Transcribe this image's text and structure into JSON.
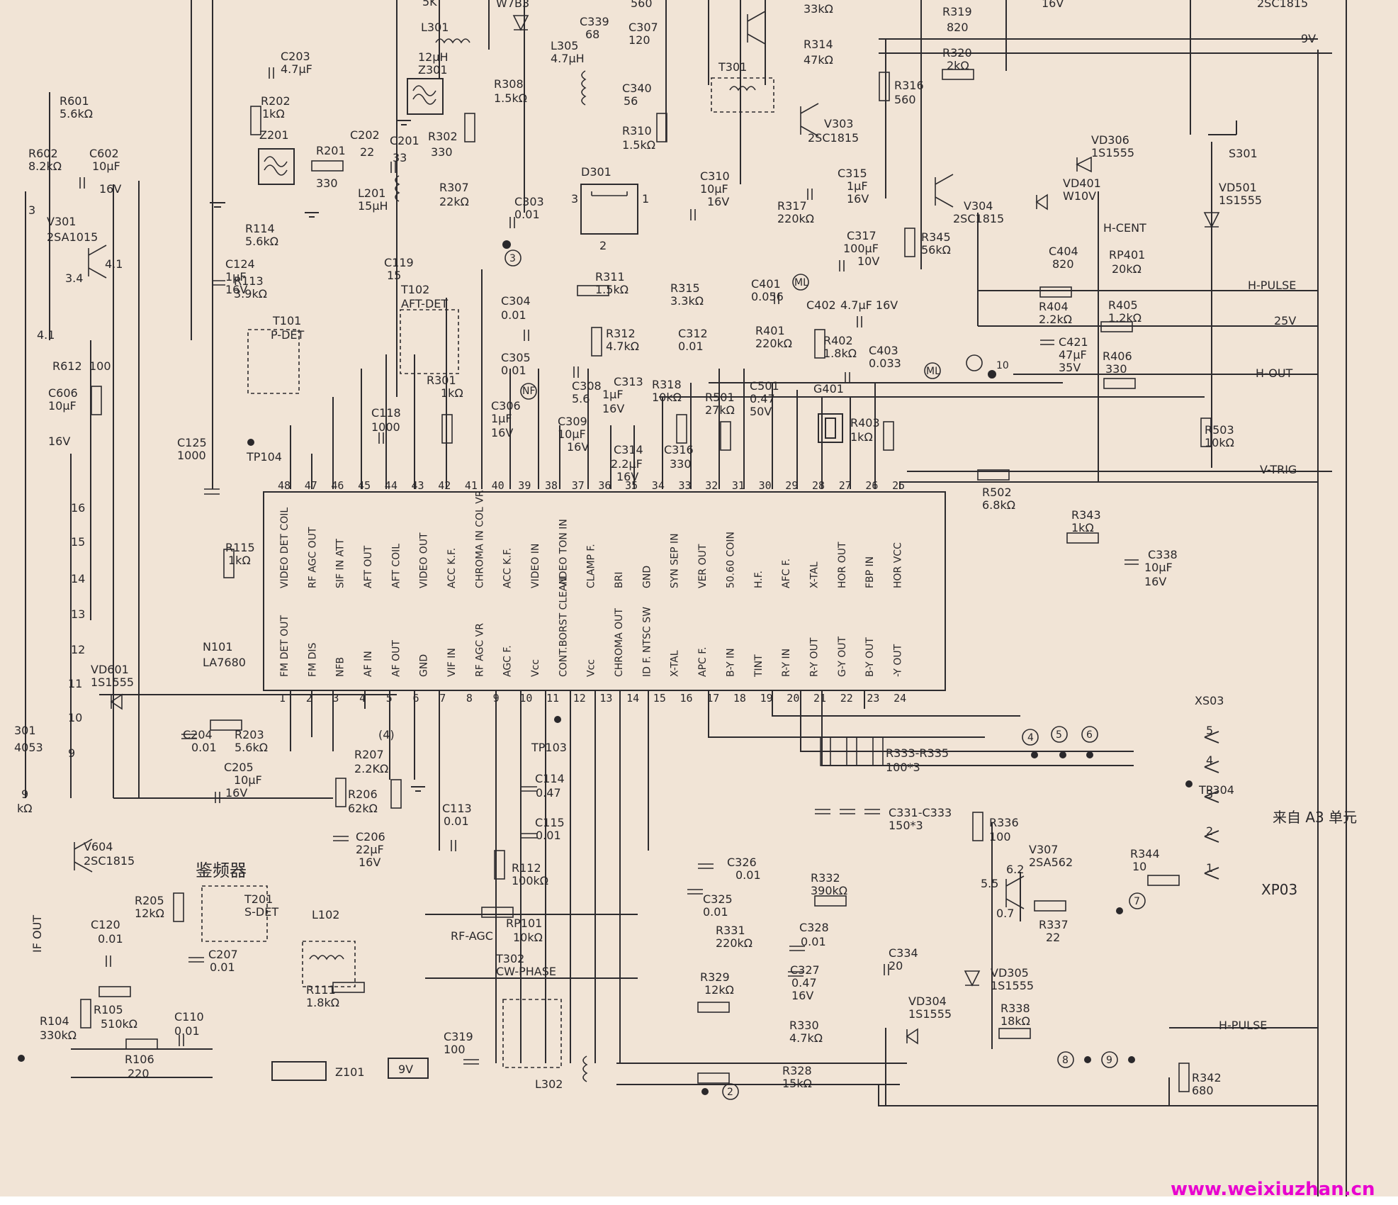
{
  "ic": {
    "ref": "N101",
    "part": "LA7680",
    "top_pin_numbers": [
      "48",
      "47",
      "46",
      "45",
      "44",
      "43",
      "42",
      "41",
      "40",
      "39",
      "38",
      "37",
      "36",
      "35",
      "34",
      "33",
      "32",
      "31",
      "30",
      "29",
      "28",
      "27",
      "26",
      "25"
    ],
    "top_pin_labels": [
      "VIDEO DET COIL",
      "RF AGC OUT",
      "SIF IN ATT",
      "AFT OUT",
      "AFT COIL",
      "VIDEO OUT",
      "ACC K.F.",
      "CHROMA IN COL VR",
      "ACC K.F.",
      "VIDEO IN",
      "VIDEO TON IN",
      "CLAMP F.",
      "BRI",
      "GND",
      "SYN SEP IN",
      "VER OUT",
      "50.60 COIN",
      "H.F.",
      "AFC F.",
      "X-TAL",
      "HOR OUT",
      "FBP IN",
      "HOR VCC"
    ],
    "bottom_pin_numbers": [
      "1",
      "2",
      "3",
      "4",
      "5",
      "6",
      "7",
      "8",
      "9",
      "10",
      "11",
      "12",
      "13",
      "14",
      "15",
      "16",
      "17",
      "18",
      "19",
      "20",
      "21",
      "22",
      "23",
      "24"
    ],
    "bottom_pin_labels": [
      "FM DET OUT",
      "FM DIS",
      "NFB",
      "AF IN",
      "AF OUT",
      "GND",
      "VIF IN",
      "RF AGC VR",
      "AGC F.",
      "Vcc",
      "CONT.BORST CLEAN",
      "Vcc",
      "CHROMA OUT",
      "ID F. NTSC SW",
      "X-TAL",
      "APC F.",
      "B-Y IN",
      "TINT",
      "R-Y IN",
      "R-Y OUT",
      "G-Y OUT",
      "B-Y OUT",
      "-Y OUT"
    ]
  },
  "components_top": [
    {
      "ref": "R601",
      "value": "5.6kΩ"
    },
    {
      "ref": "R602",
      "value": "8.2kΩ"
    },
    {
      "ref": "C602",
      "value": "10μF"
    },
    {
      "ref": "C602_v",
      "value": "16V"
    },
    {
      "ref": "C203",
      "value": "4.7μF"
    },
    {
      "ref": "R202",
      "value": "1kΩ"
    },
    {
      "ref": "Z201",
      "value": ""
    },
    {
      "ref": "R201",
      "value": "330"
    },
    {
      "ref": "C202",
      "value": "22"
    },
    {
      "ref": "C201",
      "value": "33"
    },
    {
      "ref": "L201",
      "value": "15μH"
    },
    {
      "ref": "L301",
      "value": "12μH"
    },
    {
      "ref": "Z301",
      "value": ""
    },
    {
      "ref": "R302",
      "value": "330"
    },
    {
      "ref": "R307",
      "value": "22kΩ"
    },
    {
      "ref": "C339",
      "value": "68"
    },
    {
      "ref": "C307",
      "value": "120"
    },
    {
      "ref": "L305",
      "value": "4.7μH"
    },
    {
      "ref": "R308",
      "value": "1.5kΩ"
    },
    {
      "ref": "C340",
      "value": "56"
    },
    {
      "ref": "R310",
      "value": "1.5kΩ"
    },
    {
      "ref": "R314",
      "value": "47kΩ"
    },
    {
      "ref": "T301",
      "value": ""
    },
    {
      "ref": "V303",
      "value": "2SC1815"
    },
    {
      "ref": "R319",
      "value": "820"
    },
    {
      "ref": "R320",
      "value": "2kΩ"
    },
    {
      "ref": "R316",
      "value": "560"
    },
    {
      "ref": "V301",
      "value": "2SA1015"
    },
    {
      "ref": "R114",
      "value": "5.6kΩ"
    },
    {
      "ref": "C124",
      "value": "1μF"
    },
    {
      "ref": "C124_v",
      "value": "16V"
    },
    {
      "ref": "R113",
      "value": "3.9kΩ"
    },
    {
      "ref": "C303",
      "value": "0.01"
    },
    {
      "ref": "D301",
      "value": ""
    },
    {
      "ref": "R311",
      "value": "1.5kΩ"
    },
    {
      "ref": "C310",
      "value": "10μF"
    },
    {
      "ref": "C310_v",
      "value": "16V"
    },
    {
      "ref": "C315",
      "value": "1μF"
    },
    {
      "ref": "C315_v",
      "value": "16V"
    },
    {
      "ref": "R317",
      "value": "220kΩ"
    },
    {
      "ref": "V304",
      "value": "2SC1815"
    },
    {
      "ref": "C317",
      "value": "100μF"
    },
    {
      "ref": "C317_v",
      "value": "10V"
    },
    {
      "ref": "R345",
      "value": "56kΩ"
    },
    {
      "ref": "VD306",
      "value": "1S1555"
    },
    {
      "ref": "S301",
      "value": ""
    },
    {
      "ref": "VD501",
      "value": "1S1555"
    },
    {
      "ref": "VD401",
      "value": "W10V"
    },
    {
      "ref": "C404",
      "value": "820"
    },
    {
      "ref": "RP401",
      "value": "20kΩ"
    },
    {
      "ref": "T101",
      "value": "P-DET"
    },
    {
      "ref": "C119",
      "value": "15"
    },
    {
      "ref": "T102",
      "value": "AFT-DET"
    },
    {
      "ref": "C304",
      "value": "0.01"
    },
    {
      "ref": "R315",
      "value": "3.3kΩ"
    },
    {
      "ref": "C401",
      "value": "0.056"
    },
    {
      "ref": "C402",
      "value": "4.7μF 16V"
    },
    {
      "ref": "R404",
      "value": "2.2kΩ"
    },
    {
      "ref": "R405",
      "value": "1.2kΩ"
    },
    {
      "ref": "R612",
      "value": "100"
    },
    {
      "ref": "C606",
      "value": "10μF"
    },
    {
      "ref": "C606_v",
      "value": "16V"
    },
    {
      "ref": "C305",
      "value": "0.01"
    },
    {
      "ref": "R312",
      "value": "4.7kΩ"
    },
    {
      "ref": "C312",
      "value": "0.01"
    },
    {
      "ref": "R401",
      "value": "220kΩ"
    },
    {
      "ref": "R402",
      "value": "1.8kΩ"
    },
    {
      "ref": "C403",
      "value": "0.033"
    },
    {
      "ref": "C421",
      "value": "47μF"
    },
    {
      "ref": "C421_v",
      "value": "35V"
    },
    {
      "ref": "R406",
      "value": "330"
    },
    {
      "ref": "R301",
      "value": "1kΩ"
    },
    {
      "ref": "C308",
      "value": "5.6"
    },
    {
      "ref": "C313",
      "value": "1μF"
    },
    {
      "ref": "C313_v",
      "value": "16V"
    },
    {
      "ref": "R318",
      "value": "10kΩ"
    },
    {
      "ref": "R501",
      "value": "27kΩ"
    },
    {
      "ref": "C501",
      "value": "0.47"
    },
    {
      "ref": "C501_v",
      "value": "50V"
    },
    {
      "ref": "G401",
      "value": ""
    },
    {
      "ref": "C118",
      "value": "1000"
    },
    {
      "ref": "C306",
      "value": "1μF"
    },
    {
      "ref": "C306_v",
      "value": "16V"
    },
    {
      "ref": "C309",
      "value": "10μF"
    },
    {
      "ref": "C309_v",
      "value": "16V"
    },
    {
      "ref": "R403",
      "value": "1kΩ"
    },
    {
      "ref": "R503",
      "value": "10kΩ"
    },
    {
      "ref": "C125",
      "value": "1000"
    },
    {
      "ref": "TP104",
      "value": ""
    },
    {
      "ref": "C314",
      "value": "2.2μF"
    },
    {
      "ref": "C314_v",
      "value": "16V"
    },
    {
      "ref": "C316",
      "value": "330"
    },
    {
      "ref": "R502",
      "value": "6.8kΩ"
    },
    {
      "ref": "R343",
      "value": "1kΩ"
    },
    {
      "ref": "C338",
      "value": "10μF"
    },
    {
      "ref": "C338_v",
      "value": "16V"
    },
    {
      "ref": "R115",
      "value": "1kΩ"
    }
  ],
  "components_bottom": [
    {
      "ref": "VD601",
      "value": "1S1555"
    },
    {
      "ref": "C204",
      "value": "0.01"
    },
    {
      "ref": "R203",
      "value": "5.6kΩ"
    },
    {
      "ref": "C205",
      "value": "10μF"
    },
    {
      "ref": "C205_v",
      "value": "16V"
    },
    {
      "ref": "R207",
      "value": "2.2KΩ"
    },
    {
      "ref": "R206",
      "value": "62kΩ"
    },
    {
      "ref": "TP103",
      "value": ""
    },
    {
      "ref": "C114",
      "value": "0.47"
    },
    {
      "ref": "C115",
      "value": "0.01"
    },
    {
      "ref": "C113",
      "value": "0.01"
    },
    {
      "ref": "C206",
      "value": "22μF"
    },
    {
      "ref": "C206_v",
      "value": "16V"
    },
    {
      "ref": "R112",
      "value": "100kΩ"
    },
    {
      "ref": "V604",
      "value": "2SC1815"
    },
    {
      "ref": "R205",
      "value": "12kΩ"
    },
    {
      "ref": "T201",
      "value": "S-DET"
    },
    {
      "ref": "C207",
      "value": "0.01"
    },
    {
      "ref": "L102",
      "value": ""
    },
    {
      "ref": "RP101",
      "value": "10kΩ"
    },
    {
      "ref": "T302",
      "value": "CW-PHASE"
    },
    {
      "ref": "C120",
      "value": "0.01"
    },
    {
      "ref": "R105",
      "value": "510kΩ"
    },
    {
      "ref": "R104",
      "value": "330kΩ"
    },
    {
      "ref": "C110",
      "value": "0.01"
    },
    {
      "ref": "R106",
      "value": "220"
    },
    {
      "ref": "R111",
      "value": "1.8kΩ"
    },
    {
      "ref": "C319",
      "value": "100"
    },
    {
      "ref": "Z101",
      "value": ""
    },
    {
      "ref": "L302",
      "value": ""
    },
    {
      "ref": "C326",
      "value": "0.01"
    },
    {
      "ref": "C325",
      "value": "0.01"
    },
    {
      "ref": "R331",
      "value": "220kΩ"
    },
    {
      "ref": "R329",
      "value": "12kΩ"
    },
    {
      "ref": "R332",
      "value": "390kΩ"
    },
    {
      "ref": "C328",
      "value": "0.01"
    },
    {
      "ref": "C327",
      "value": "0.47"
    },
    {
      "ref": "C327_v",
      "value": "16V"
    },
    {
      "ref": "R330",
      "value": "4.7kΩ"
    },
    {
      "ref": "R328",
      "value": "15kΩ"
    },
    {
      "ref": "R333-R335",
      "value": "100*3"
    },
    {
      "ref": "C331-C333",
      "value": "150*3"
    },
    {
      "ref": "R336",
      "value": "100"
    },
    {
      "ref": "V307",
      "value": "2SA562"
    },
    {
      "ref": "R337",
      "value": "22"
    },
    {
      "ref": "R344",
      "value": "10"
    },
    {
      "ref": "C334",
      "value": "20"
    },
    {
      "ref": "VD304",
      "value": "1S1555"
    },
    {
      "ref": "VD305",
      "value": "1S1555"
    },
    {
      "ref": "R338",
      "value": "18kΩ"
    },
    {
      "ref": "R342",
      "value": "680"
    },
    {
      "ref": "TP304",
      "value": ""
    }
  ],
  "net_labels": {
    "v9v": "9V",
    "hpulse_top": "H-PULSE",
    "v25v": "25V",
    "hout": "H-OUT",
    "vtrig": "V-TRIG",
    "hcent": "H-CENT",
    "hpulse_bottom": "H-PULSE",
    "rfagc": "RF-AGC",
    "box9v": "9V",
    "ifout": "IF OUT",
    "s301": "S301",
    "xs03": "XS03"
  },
  "connector": {
    "pins": [
      "5",
      "4",
      "3",
      "2",
      "1"
    ],
    "source_cn": "来自 A3 单元",
    "source_ref": "XP03"
  },
  "left_edge_pins": [
    "16",
    "15",
    "14",
    "13",
    "12",
    "11",
    "10",
    "9"
  ],
  "test_points": {
    "tp3": "3",
    "tp10": "10",
    "tp4": "4",
    "tp5": "5",
    "tp6": "6",
    "tp7": "7",
    "tp8": "8",
    "tp9": "9",
    "tp2": "2",
    "tp4b": "(4)",
    "nf": "NF",
    "ml1": "ML",
    "ml2": "ML"
  },
  "transistor_voltages": {
    "v301_b": "4.1",
    "v301_e": "3.4",
    "v307_b": "6.2",
    "v307_e": "5.5",
    "v307_c": "0.7"
  },
  "handwritten_note": "鉴频器",
  "edge_fragments": {
    "r603": "3",
    "n301": "301",
    "n4053": "4053",
    "e2sc1815": "2SC1815",
    "w7b3": "W7B3",
    "r560": "560",
    "r33k": "33kΩ",
    "r16v": "16V",
    "r9": "9",
    "rk": "kΩ",
    "r5k": "5K"
  },
  "watermark": "www.weixiuzhan.cn"
}
